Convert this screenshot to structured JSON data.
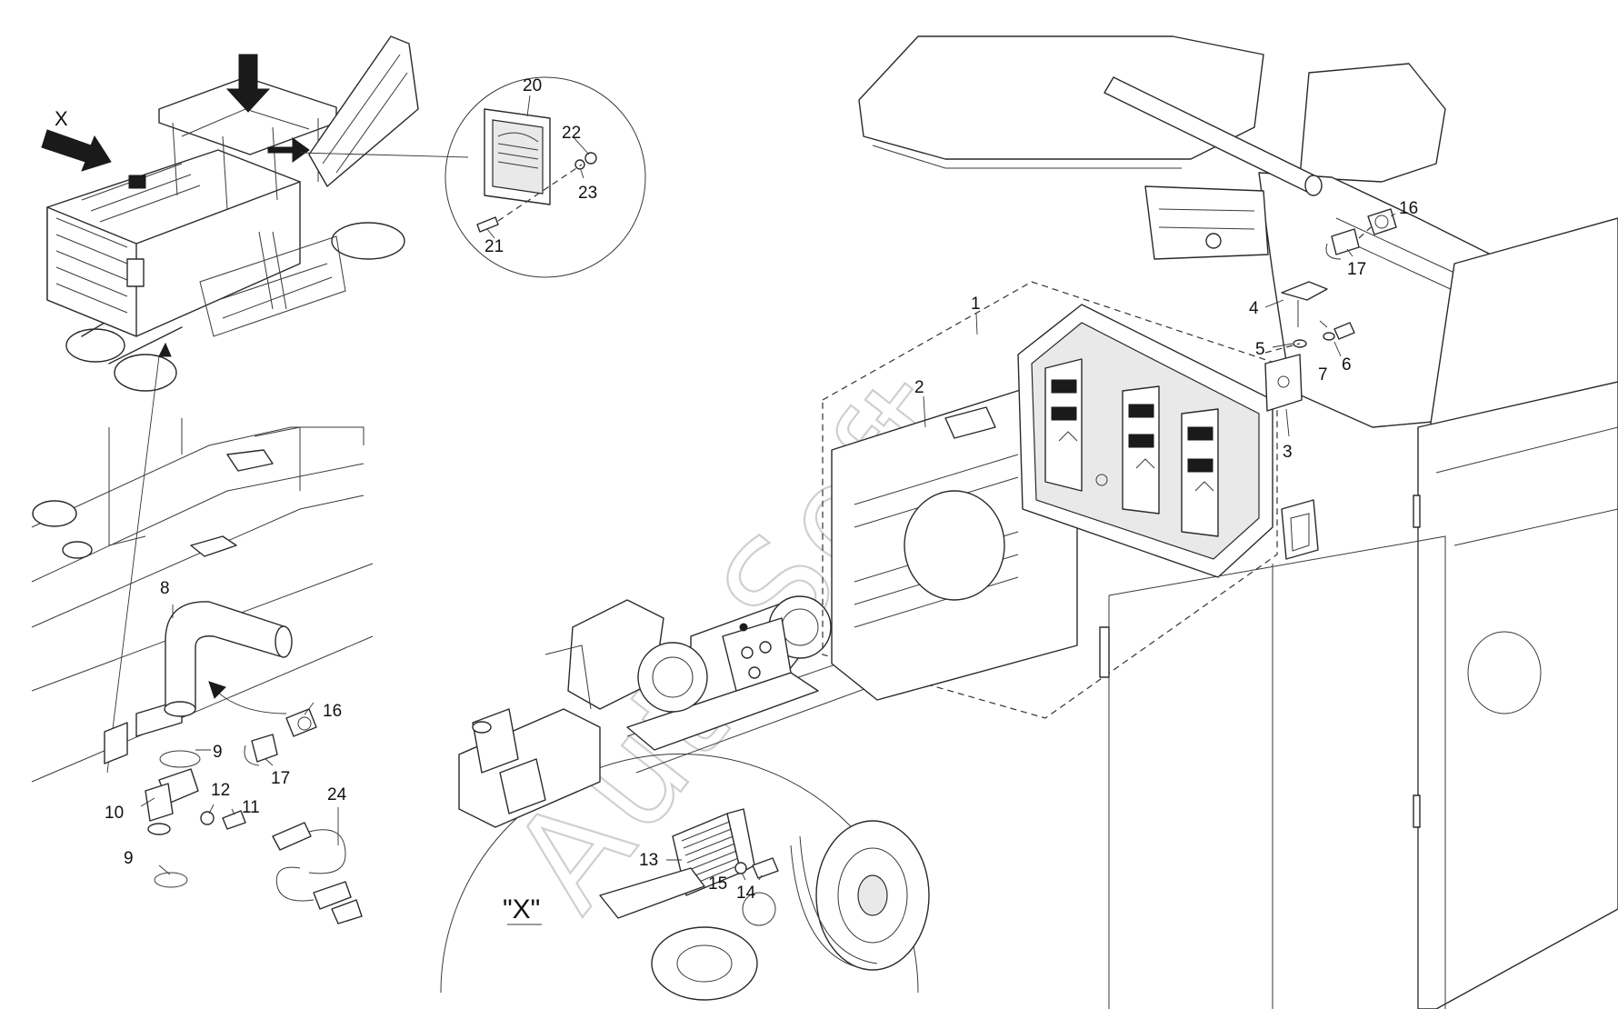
{
  "diagram": {
    "view_label": "\"X\"",
    "x_arrow_label": "X",
    "watermark": "AutoSoft",
    "callouts": [
      "1",
      "2",
      "3",
      "4",
      "5",
      "6",
      "7",
      "8",
      "9",
      "9",
      "10",
      "11",
      "12",
      "13",
      "14",
      "15",
      "16",
      "16",
      "17",
      "17",
      "20",
      "21",
      "22",
      "23",
      "24"
    ]
  }
}
